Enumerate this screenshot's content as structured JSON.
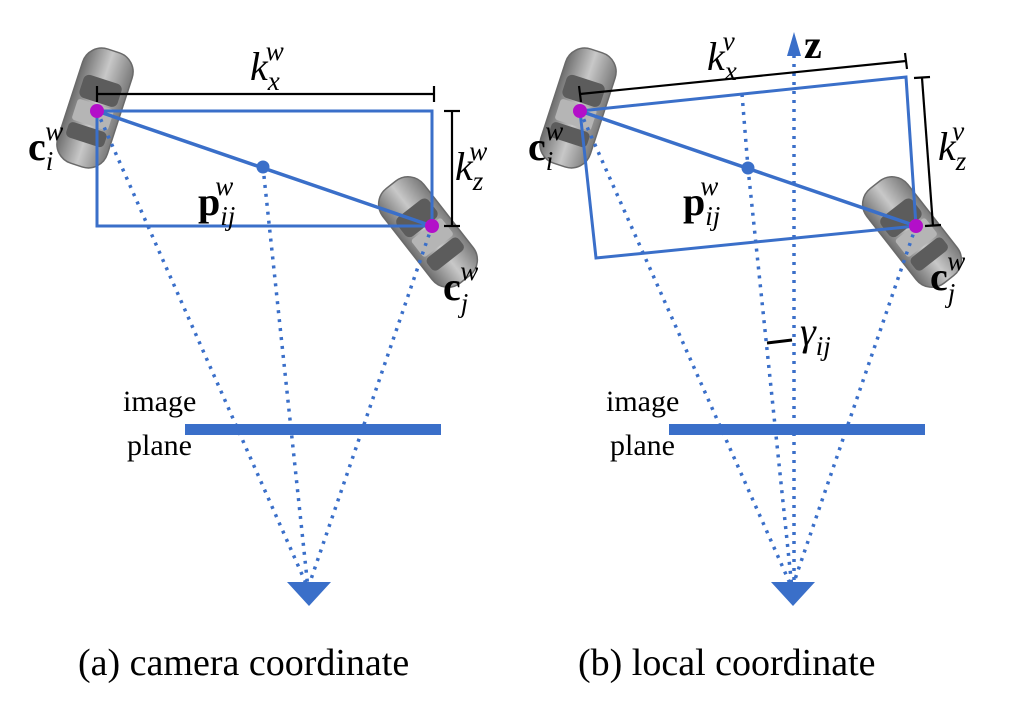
{
  "panel_a": {
    "caption": "(a) camera coordinate",
    "image_plane_label_line1": "image",
    "image_plane_label_line2": "plane",
    "kx": {
      "base": "k",
      "sub": "x",
      "sup": "w"
    },
    "kz": {
      "base": "k",
      "sub": "z",
      "sup": "w"
    },
    "ci": {
      "base": "c",
      "sub": "i",
      "sup": "w"
    },
    "cj": {
      "base": "c",
      "sub": "j",
      "sup": "w"
    },
    "pij": {
      "base": "p",
      "sub": "ij",
      "sup": "w"
    }
  },
  "panel_b": {
    "caption": "(b) local coordinate",
    "image_plane_label_line1": "image",
    "image_plane_label_line2": "plane",
    "kx": {
      "base": "k",
      "sub": "x",
      "sup": "v"
    },
    "kz": {
      "base": "k",
      "sub": "z",
      "sup": "v"
    },
    "ci": {
      "base": "c",
      "sub": "i",
      "sup": "w"
    },
    "cj": {
      "base": "c",
      "sub": "j",
      "sup": "w"
    },
    "pij": {
      "base": "p",
      "sub": "ij",
      "sup": "w"
    },
    "z_axis": "z",
    "gamma": {
      "base": "γ",
      "sub": "ij"
    }
  },
  "colors": {
    "blue": "#3a6fc9",
    "magenta": "#b30fc9",
    "black": "#000000",
    "car": "#9a9a9a"
  }
}
